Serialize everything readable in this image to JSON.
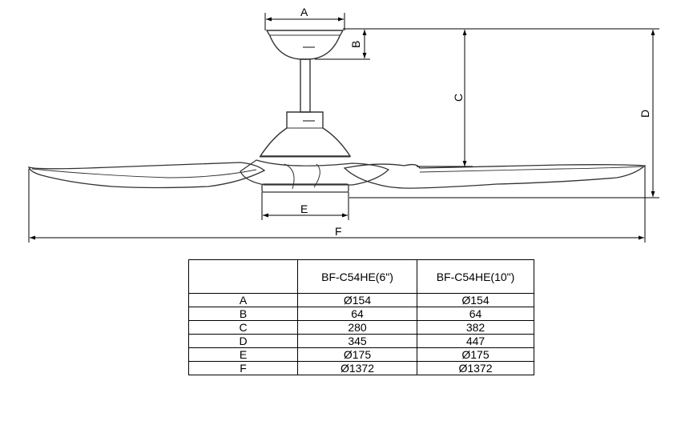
{
  "dimension_labels": {
    "a": "A",
    "b": "B",
    "c": "C",
    "d": "D",
    "e": "E",
    "f": "F"
  },
  "table": {
    "header": [
      "",
      "BF-C54HE(6\")",
      "BF-C54HE(10\")"
    ],
    "rows": [
      [
        "A",
        "Ø154",
        "Ø154"
      ],
      [
        "B",
        "64",
        "64"
      ],
      [
        "C",
        "280",
        "382"
      ],
      [
        "D",
        "345",
        "447"
      ],
      [
        "E",
        "Ø175",
        "Ø175"
      ],
      [
        "F",
        "Ø1372",
        "Ø1372"
      ]
    ]
  }
}
